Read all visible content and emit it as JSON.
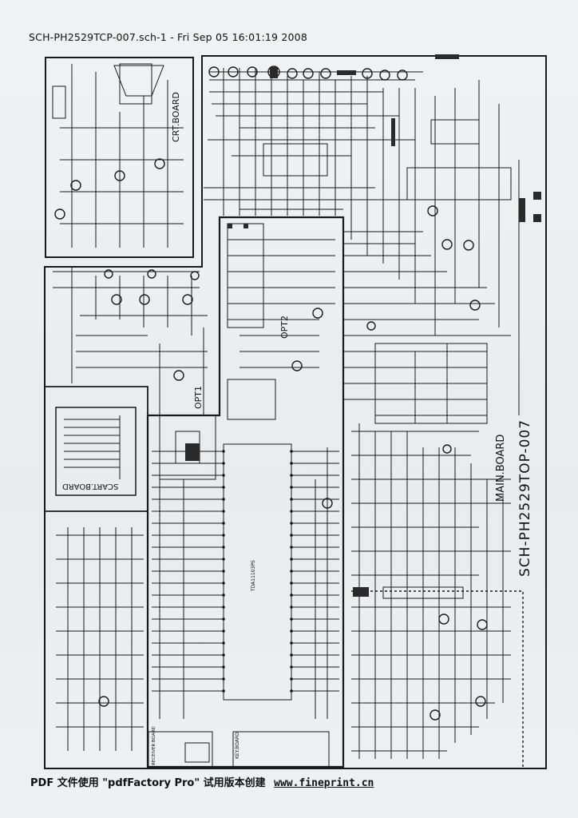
{
  "header": {
    "title": "SCH-PH2529TCP-007.sch-1 - Fri Sep 05 16:01:19 2008"
  },
  "boards": {
    "crt": "CRT.BOARD",
    "scart": "SCART.BOARD",
    "main": "MAIN.BOARD",
    "main_code": "SCH-PH2529TOP-007",
    "key": "KEY.BOARD",
    "receiver": "RECEIVER BOARD"
  },
  "option_labels": {
    "opt1": "OPT1",
    "opt2": "OPT2"
  },
  "ic_label": "TDA11103PS",
  "footer": {
    "prefix": "PDF 文件使用 \"pdfFactory Pro\" 试用版本创建",
    "link": "www.fineprint.cn"
  }
}
